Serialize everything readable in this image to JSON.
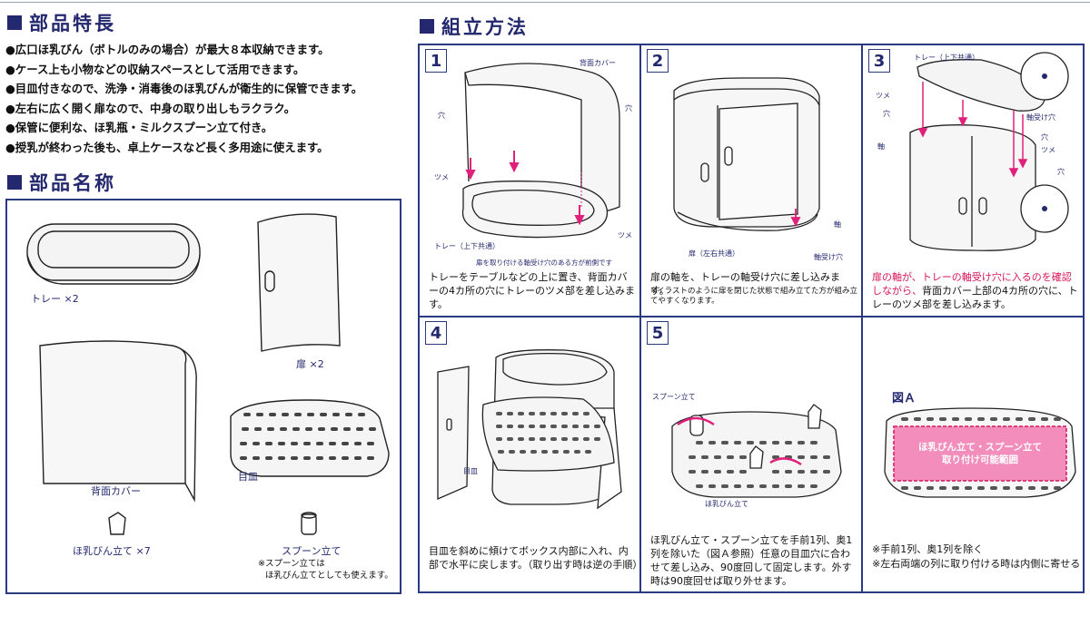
{
  "sections": {
    "features_title": "部品特長",
    "parts_title": "部品名称",
    "assembly_title": "組立方法"
  },
  "features": [
    "●広口ほ乳びん（ボトルのみの場合）が最大８本収納できます。",
    "●ケース上も小物などの収納スペースとして活用できます。",
    "●目皿付きなので、洗浄・消毒後のほ乳びんが衛生的に保管できます。",
    "●左右に広く開く扉なので、中身の取り出しもラクラク。",
    "●保管に便利な、ほ乳瓶・ミルクスプーン立て付き。",
    "●授乳が終わった後も、卓上ケースなど長く多用途に使えます。"
  ],
  "parts": {
    "tray": "トレー ×2",
    "door": "扉 ×2",
    "back_cover": "背面カバー",
    "plate": "目皿",
    "bottle_stand": "ほ乳びん立て ×7",
    "spoon_stand": "スプーン立て",
    "spoon_note_1": "※スプーン立ては",
    "spoon_note_2": "ほ乳びん立てとしても使えます。"
  },
  "steps": {
    "s1": {
      "num": "1",
      "text": "トレーをテーブルなどの上に置き、背面カバーの4カ所の穴にトレーのツメ部を差し込みます。",
      "labels": {
        "back_cover": "背面カバー",
        "hole_l": "穴",
        "hole_r": "穴",
        "tab_l": "ツメ",
        "tab_r": "ツメ",
        "tray": "トレー（上下共通）",
        "shaft_note": "扉を取り付ける軸受け穴のある方が前側です"
      }
    },
    "s2": {
      "num": "2",
      "text": "扉の軸を、トレーの軸受け穴に差し込みます。",
      "note": "※イラストのように扉を閉じた状態で組み立てた方が組み立てやすくなります。",
      "labels": {
        "door": "扉（左右共通）",
        "shaft": "軸",
        "shaft_hole": "軸受け穴"
      }
    },
    "s3": {
      "num": "3",
      "text_red": "扉の軸が、トレーの軸受け穴に入るのを確認しながら、",
      "text": "背面カバー上部の4カ所の穴に、トレーのツメ部を差し込みます。",
      "labels": {
        "tray": "トレー（上下共通）",
        "tab_l": "ツメ",
        "hole_l": "穴",
        "shaft": "軸",
        "shaft_hole": "軸受け穴",
        "hole_r": "穴",
        "tab_r": "ツメ",
        "hole_r2": "穴"
      }
    },
    "s4": {
      "num": "4",
      "text": "目皿を斜めに傾けてボックス内部に入れ、内部で水平に戻します。（取り出す時は逆の手順）",
      "labels": {
        "plate": "目皿"
      }
    },
    "s5": {
      "num": "5",
      "text": "ほ乳びん立て・スプーン立てを手前1列、奥1列を除いた（図Ａ参照）任意の目皿穴に合わせて差し込み、90度回して固定します。外す時は90度回せば取り外せます。",
      "labels": {
        "spoon": "スプーン立て",
        "bottle": "ほ乳びん立て"
      }
    },
    "s6": {
      "fig_label": "図Ａ",
      "range_1": "ほ乳びん立て・スプーン立て",
      "range_2": "取り付け可能範囲",
      "note_1": "※手前1列、奥1列を除く",
      "note_2": "※左右両端の列に取り付ける時は内側に寄せる"
    }
  },
  "colors": {
    "navy": "#23286f",
    "magenta": "#e0207a",
    "border": "#2a3a80"
  }
}
